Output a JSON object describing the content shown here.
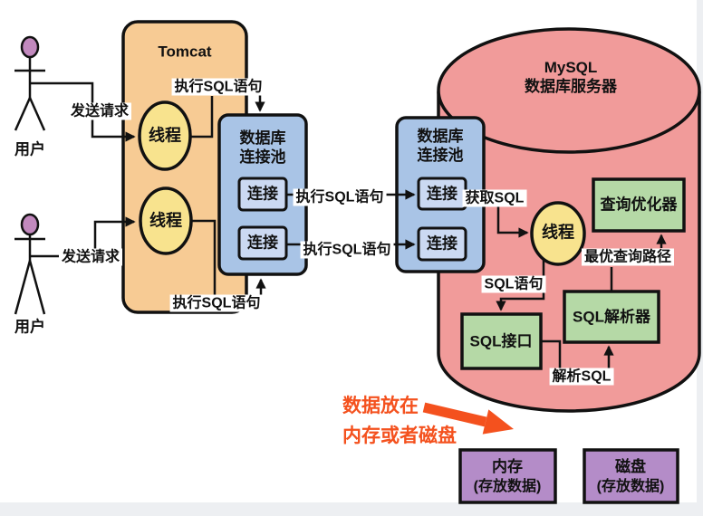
{
  "colors": {
    "tomcat": "#F7CB94",
    "thread": "#F8E38E",
    "pool": "#A9C4E6",
    "connection": "#CBD9F2",
    "mysql": "#F19B9A",
    "component": "#B5D9A6",
    "storage": "#B48CC8",
    "actor_head": "#C289BE",
    "annotation": "#F4511E",
    "line": "#111111",
    "page_edge": "#edeff2"
  },
  "actors": {
    "label": "用户",
    "request_label": "发送请求"
  },
  "tomcat": {
    "title": "Tomcat",
    "thread_label": "线程"
  },
  "pools": {
    "title_line1": "数据库",
    "title_line2": "连接池",
    "connection_label": "连接"
  },
  "mysql": {
    "title_line1": "MySQL",
    "title_line2": "数据库服务器",
    "thread_label": "线程",
    "optimizer": "查询优化器",
    "parser": "SQL解析器",
    "sql_interface": "SQL接口"
  },
  "edges": {
    "execute_sql": "执行SQL语句",
    "fetch_sql": "获取SQL",
    "sql_statement": "SQL语句",
    "parse_sql": "解析SQL",
    "best_path": "最优查询路径"
  },
  "storage": {
    "memory_name": "内存",
    "memory_desc": "(存放数据)",
    "disk_name": "磁盘",
    "disk_desc": "(存放数据)"
  },
  "annotation": {
    "line1": "数据放在",
    "line2": "内存或者磁盘"
  }
}
